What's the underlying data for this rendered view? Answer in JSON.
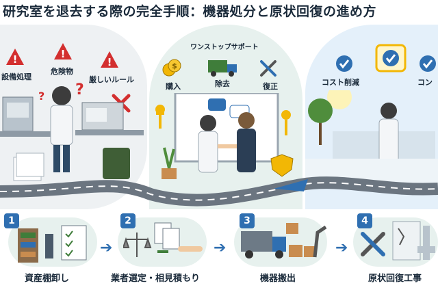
{
  "title": "研究室を退去する際の完全手順：機器処分と原状回復の進め方",
  "problem_panel": {
    "labels": [
      "設備処理",
      "危険物",
      "厳しいルール"
    ]
  },
  "solution_panel": {
    "header": "ワンストップサポート",
    "labels": [
      "購入",
      "除去",
      "復正"
    ]
  },
  "result_panel": {
    "labels": [
      "コスト削減",
      "コン"
    ]
  },
  "steps": [
    {
      "number": "1",
      "label": "資産棚卸し"
    },
    {
      "number": "2",
      "label": "業者選定・相見積もり"
    },
    {
      "number": "3",
      "label": "機器搬出"
    },
    {
      "number": "4",
      "label": "原状回復工事"
    }
  ],
  "colors": {
    "accent": "#2f6fb1",
    "warning": "#d32f2f",
    "gold": "#f2b705"
  }
}
